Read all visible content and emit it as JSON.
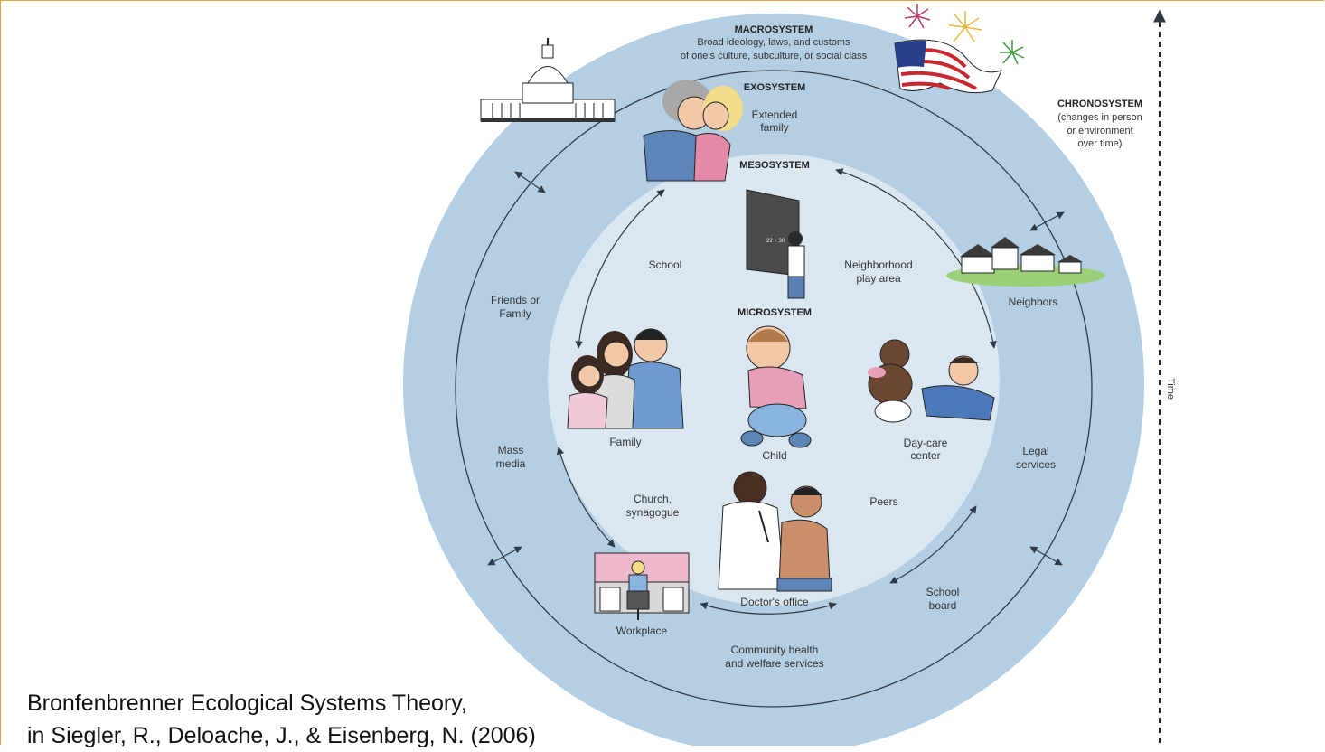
{
  "macrosystem": {
    "title": "MACROSYSTEM",
    "desc_line1": "Broad ideology, laws, and customs",
    "desc_line2": "of one's culture, subculture, or social class"
  },
  "exosystem": {
    "title": "EXOSYSTEM",
    "items": {
      "extended_family": [
        "Extended",
        "family"
      ],
      "neighbors": [
        "Neighbors"
      ],
      "friends_family": [
        "Friends or",
        "Family"
      ],
      "mass_media": [
        "Mass",
        "media"
      ],
      "legal_services": [
        "Legal",
        "services"
      ],
      "school_board": [
        "School",
        "board"
      ],
      "workplace": [
        "Workplace"
      ],
      "community_health": [
        "Community health",
        "and welfare services"
      ]
    }
  },
  "mesosystem": {
    "title": "MESOSYSTEM",
    "items": {
      "school": [
        "School"
      ],
      "neighborhood": [
        "Neighborhood",
        "play area"
      ],
      "church": [
        "Church,",
        "synagogue"
      ],
      "peers": [
        "Peers"
      ],
      "doctors_office": [
        "Doctor's office"
      ]
    }
  },
  "microsystem": {
    "title": "MICROSYSTEM",
    "items": {
      "child": [
        "Child"
      ],
      "family": [
        "Family"
      ],
      "daycare": [
        "Day-care",
        "center"
      ]
    }
  },
  "chronosystem": {
    "title": "CHRONOSYSTEM",
    "desc": [
      "(changes in person",
      "or environment",
      "over time)"
    ],
    "axis_label": "Time"
  },
  "blackboard_text": "22 + 30",
  "caption": {
    "line1": "Bronfenbrenner Ecological Systems Theory,",
    "line2": "in Siegler, R., Deloache, J., & Eisenberg, N. (2006)"
  },
  "colors": {
    "outer_ring": "#b4cfe3",
    "inner_disc": "#dae7f1",
    "ring_line": "#2e3a45",
    "accent_border": "#e6a040"
  }
}
